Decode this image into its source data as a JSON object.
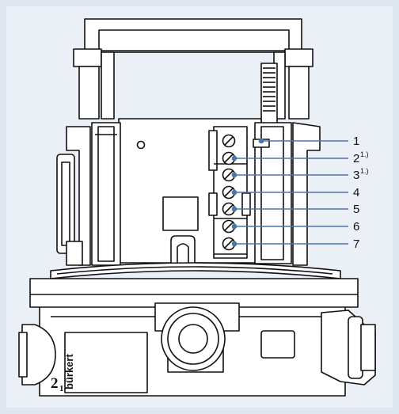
{
  "terminal_labels": [
    {
      "number": "1",
      "note": ""
    },
    {
      "number": "2",
      "note": "1.)"
    },
    {
      "number": "3",
      "note": "1.)"
    },
    {
      "number": "4",
      "note": ""
    },
    {
      "number": "5",
      "note": ""
    },
    {
      "number": "6",
      "note": ""
    },
    {
      "number": "7",
      "note": ""
    }
  ],
  "housing_marking": {
    "main": "2",
    "sub": "1"
  },
  "brand_text": "bürkert",
  "colors": {
    "leader_line": "#4a76a8",
    "frame_border": "#dfe7f0",
    "frame_fill": "#eaf0f6",
    "outline": "#111111"
  }
}
